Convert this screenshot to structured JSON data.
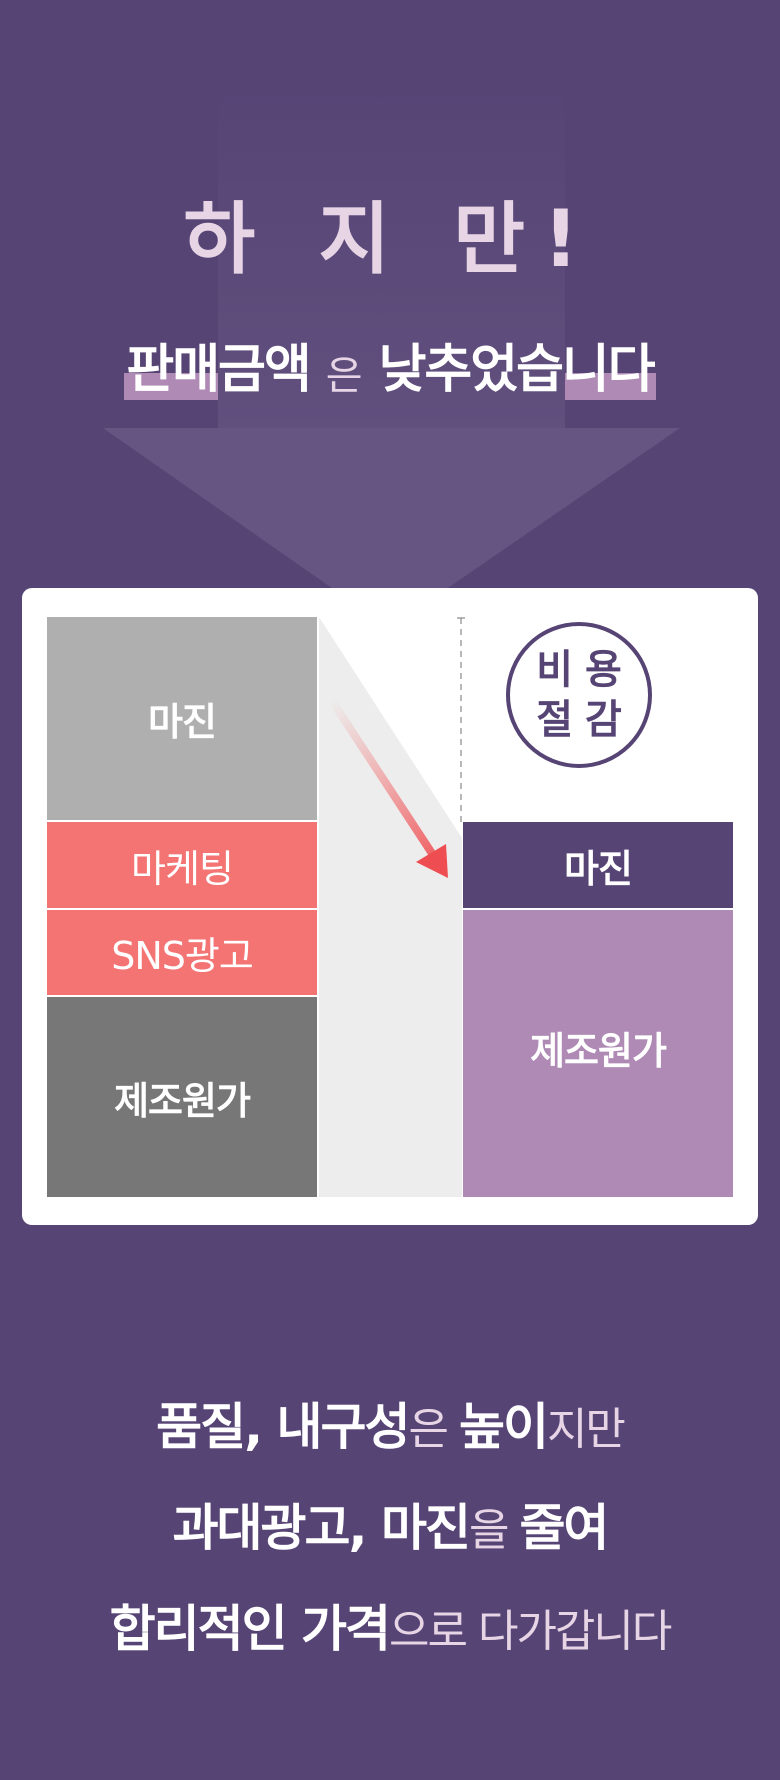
{
  "header": {
    "headline": "하 지 만!",
    "subline": {
      "part1": "판매금액",
      "particle": "은",
      "part2": "낮추었습니다"
    }
  },
  "diagram": {
    "left_stack": [
      {
        "label": "마진",
        "color": "#AFAFAF"
      },
      {
        "label": "마케팅",
        "color": "#F47373"
      },
      {
        "label": "SNS광고",
        "color": "#F47373"
      },
      {
        "label": "제조원가",
        "color": "#777777"
      }
    ],
    "right_stack": [
      {
        "label": "마진",
        "color": "#564475"
      },
      {
        "label": "제조원가",
        "color": "#AE8AB5"
      }
    ],
    "badge": {
      "line1": "비용",
      "line2": "절감"
    }
  },
  "footer": {
    "line1": [
      {
        "text": "품질, 내구성",
        "style": "b"
      },
      {
        "text": "은 ",
        "style": "l"
      },
      {
        "text": "높이",
        "style": "b"
      },
      {
        "text": "지만",
        "style": "l"
      }
    ],
    "line2": [
      {
        "text": "과대광고, 마진",
        "style": "b"
      },
      {
        "text": "을 ",
        "style": "l"
      },
      {
        "text": "줄여",
        "style": "b"
      }
    ],
    "line3": [
      {
        "text": "합리적인 가격",
        "style": "b"
      },
      {
        "text": "으로 다가갑니다",
        "style": "l"
      }
    ]
  },
  "colors": {
    "background": "#564475",
    "headline": "#E7D5E6",
    "highlight": "#AE8AB5",
    "accent_red": "#F47373"
  }
}
